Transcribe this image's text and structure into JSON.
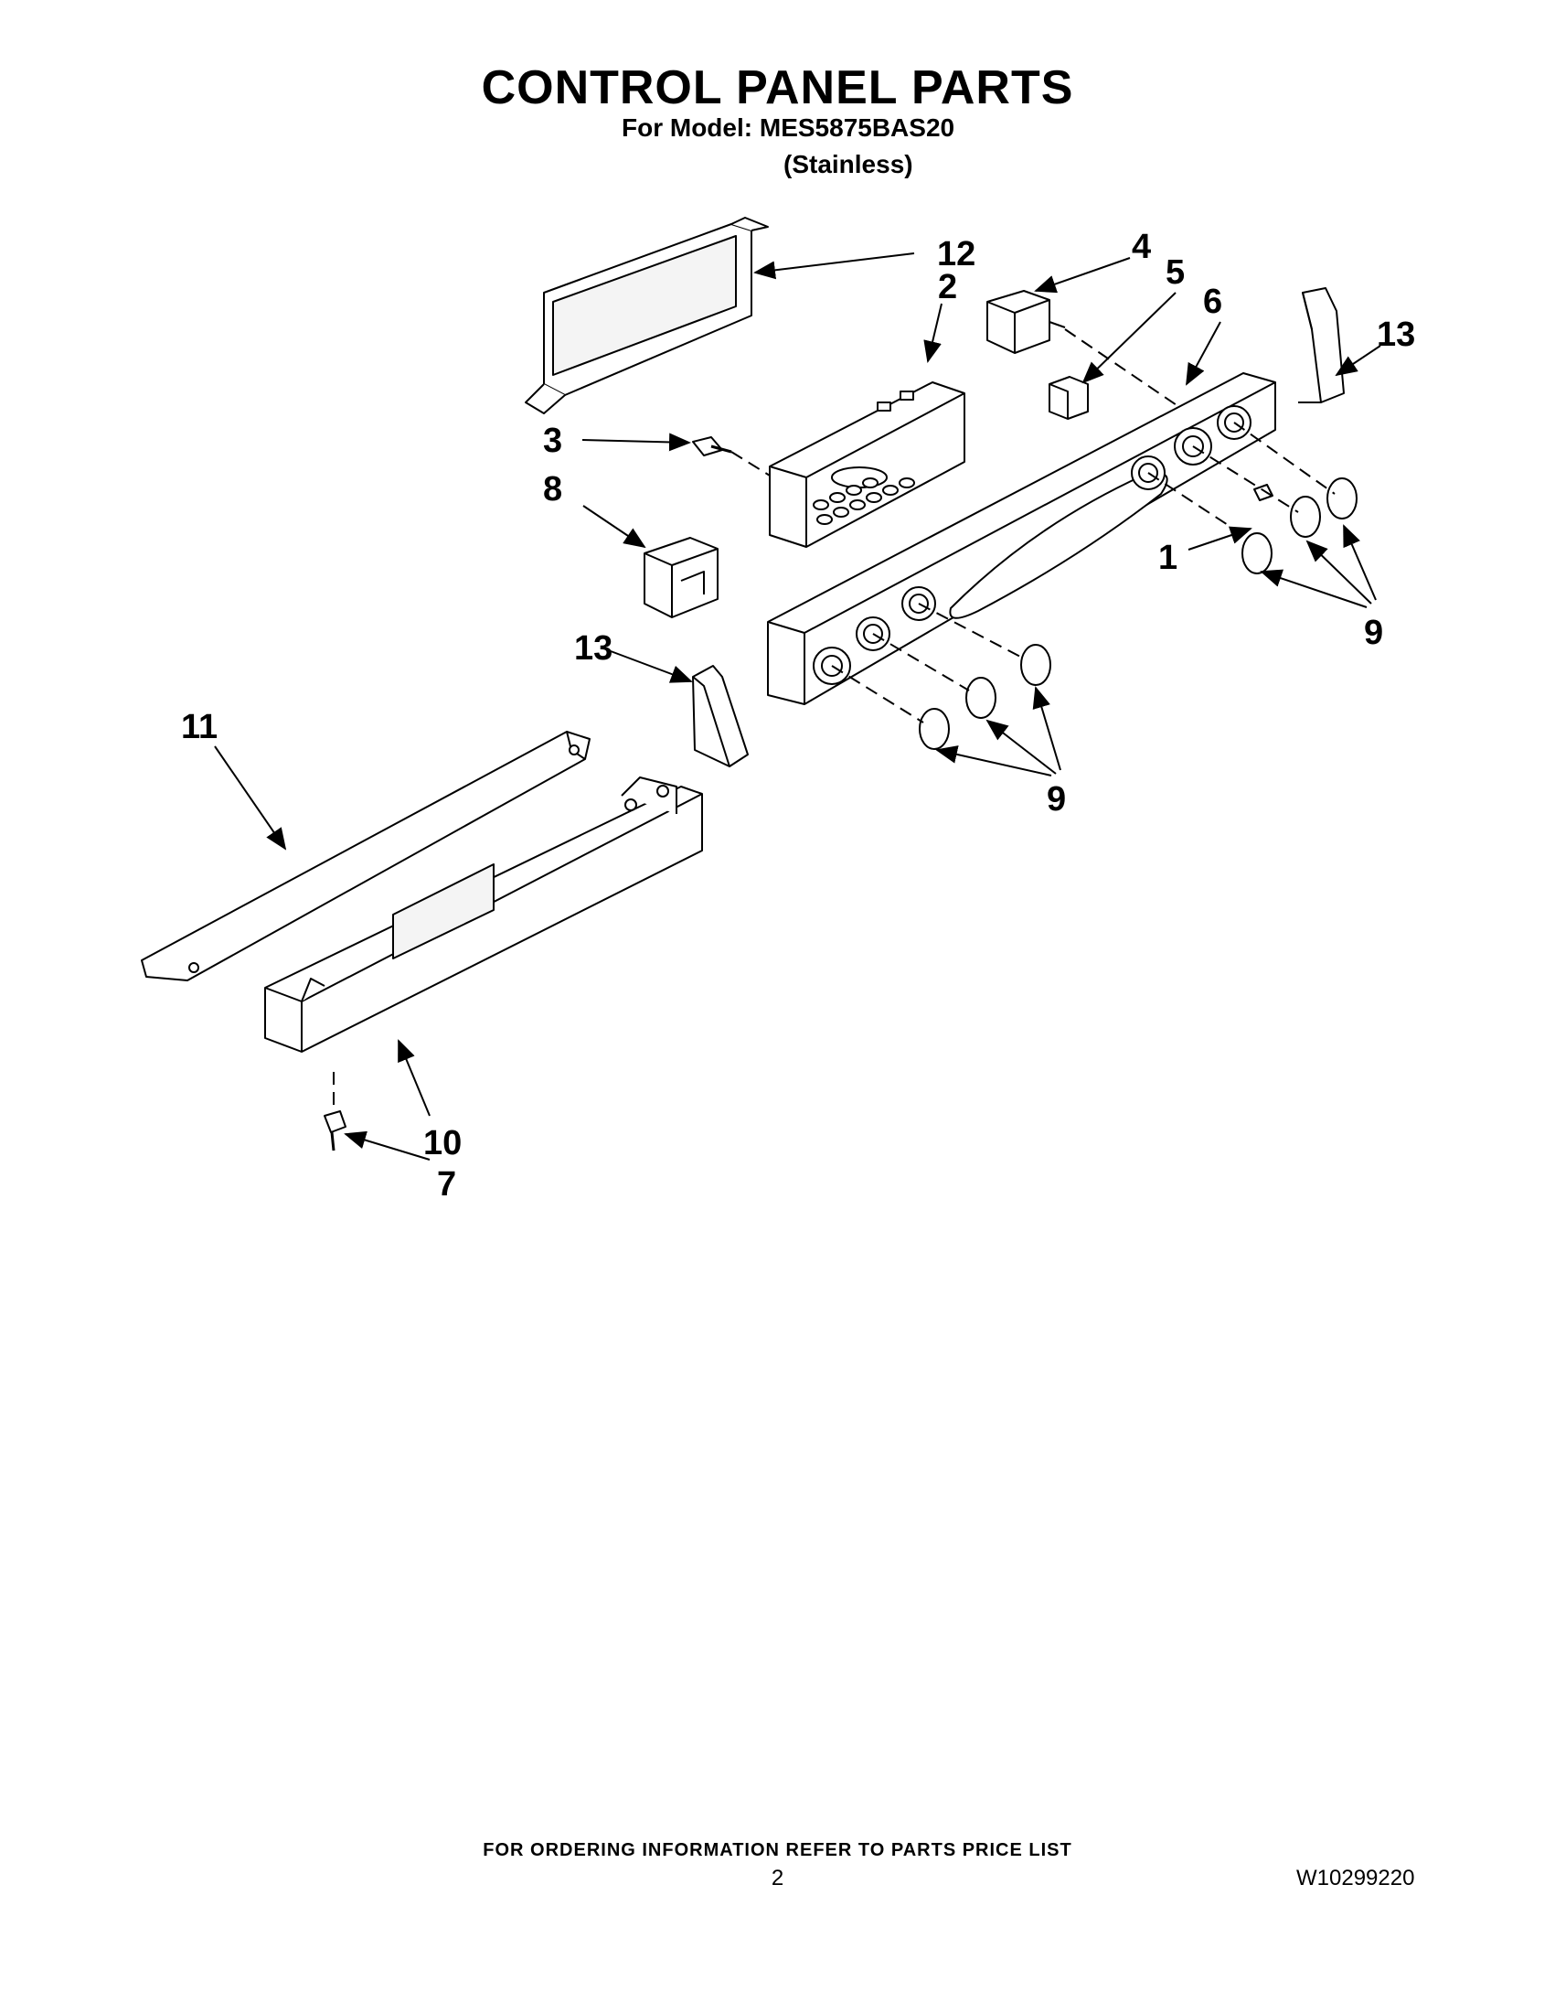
{
  "header": {
    "title": "CONTROL PANEL PARTS",
    "model_line": "For Model: MES5875BAS20",
    "finish_line": "(Stainless)"
  },
  "callouts": {
    "c1": "1",
    "c2": "2",
    "c3": "3",
    "c4": "4",
    "c5": "5",
    "c6": "6",
    "c7": "7",
    "c8": "8",
    "c9a": "9",
    "c9b": "9",
    "c10": "10",
    "c11": "11",
    "c12": "12",
    "c13a": "13",
    "c13b": "13"
  },
  "footer": {
    "ordering_note": "FOR ORDERING INFORMATION REFER TO PARTS PRICE LIST",
    "page_number": "2",
    "document_number": "W10299220"
  }
}
